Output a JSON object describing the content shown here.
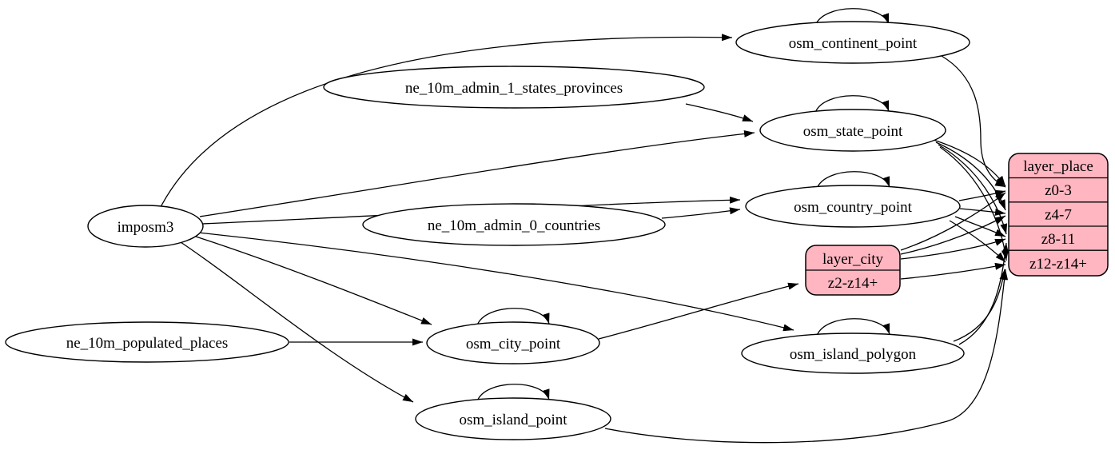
{
  "diagram": {
    "background": "#ffffff",
    "stroke_color": "#000000",
    "record_fill": "#ffb6c1",
    "nodes": {
      "imposm3": {
        "type": "ellipse",
        "label": "imposm3"
      },
      "ne_10m_admin_1_states_provinces": {
        "type": "ellipse",
        "label": "ne_10m_admin_1_states_provinces"
      },
      "ne_10m_admin_0_countries": {
        "type": "ellipse",
        "label": "ne_10m_admin_0_countries"
      },
      "ne_10m_populated_places": {
        "type": "ellipse",
        "label": "ne_10m_populated_places"
      },
      "osm_continent_point": {
        "type": "ellipse",
        "label": "osm_continent_point"
      },
      "osm_state_point": {
        "type": "ellipse",
        "label": "osm_state_point"
      },
      "osm_country_point": {
        "type": "ellipse",
        "label": "osm_country_point"
      },
      "osm_city_point": {
        "type": "ellipse",
        "label": "osm_city_point"
      },
      "osm_island_polygon": {
        "type": "ellipse",
        "label": "osm_island_polygon"
      },
      "osm_island_point": {
        "type": "ellipse",
        "label": "osm_island_point"
      },
      "layer_place": {
        "type": "record",
        "title": "layer_place",
        "rows": [
          "z0-3",
          "z4-7",
          "z8-11",
          "z12-z14+"
        ]
      },
      "layer_city": {
        "type": "record",
        "title": "layer_city",
        "rows": [
          "z2-z14+"
        ]
      }
    },
    "edges": [
      {
        "from": "imposm3",
        "to": "osm_continent_point"
      },
      {
        "from": "imposm3",
        "to": "osm_state_point"
      },
      {
        "from": "imposm3",
        "to": "osm_country_point"
      },
      {
        "from": "imposm3",
        "to": "osm_city_point"
      },
      {
        "from": "imposm3",
        "to": "osm_island_polygon"
      },
      {
        "from": "imposm3",
        "to": "osm_island_point"
      },
      {
        "from": "ne_10m_admin_1_states_provinces",
        "to": "osm_state_point"
      },
      {
        "from": "ne_10m_admin_0_countries",
        "to": "osm_country_point"
      },
      {
        "from": "ne_10m_populated_places",
        "to": "osm_city_point"
      },
      {
        "from": "osm_continent_point",
        "to": "osm_continent_point",
        "self_loop": true
      },
      {
        "from": "osm_state_point",
        "to": "osm_state_point",
        "self_loop": true
      },
      {
        "from": "osm_country_point",
        "to": "osm_country_point",
        "self_loop": true
      },
      {
        "from": "osm_city_point",
        "to": "osm_city_point",
        "self_loop": true
      },
      {
        "from": "osm_island_polygon",
        "to": "osm_island_polygon",
        "self_loop": true
      },
      {
        "from": "osm_island_point",
        "to": "osm_island_point",
        "self_loop": true
      },
      {
        "from": "osm_city_point",
        "to": "layer_city",
        "to_port": "z2-z14+"
      },
      {
        "from": "osm_continent_point",
        "to": "layer_place",
        "to_port": "z0-3"
      },
      {
        "from": "osm_state_point",
        "to": "layer_place",
        "to_port": "z0-3"
      },
      {
        "from": "osm_state_point",
        "to": "layer_place",
        "to_port": "z4-7"
      },
      {
        "from": "osm_state_point",
        "to": "layer_place",
        "to_port": "z8-11"
      },
      {
        "from": "osm_state_point",
        "to": "layer_place",
        "to_port": "z12-z14+"
      },
      {
        "from": "osm_country_point",
        "to": "layer_place",
        "to_port": "z0-3"
      },
      {
        "from": "osm_country_point",
        "to": "layer_place",
        "to_port": "z4-7"
      },
      {
        "from": "osm_country_point",
        "to": "layer_place",
        "to_port": "z8-11"
      },
      {
        "from": "osm_country_point",
        "to": "layer_place",
        "to_port": "z12-z14+"
      },
      {
        "from": "layer_city",
        "to": "layer_place",
        "to_port": "z0-3"
      },
      {
        "from": "layer_city",
        "to": "layer_place",
        "to_port": "z4-7"
      },
      {
        "from": "layer_city",
        "to": "layer_place",
        "to_port": "z8-11"
      },
      {
        "from": "layer_city",
        "to": "layer_place",
        "to_port": "z12-z14+"
      },
      {
        "from": "osm_island_polygon",
        "to": "layer_place",
        "to_port": "z8-11"
      },
      {
        "from": "osm_island_polygon",
        "to": "layer_place",
        "to_port": "z12-z14+"
      },
      {
        "from": "osm_island_point",
        "to": "layer_place",
        "to_port": "z12-z14+"
      }
    ]
  }
}
